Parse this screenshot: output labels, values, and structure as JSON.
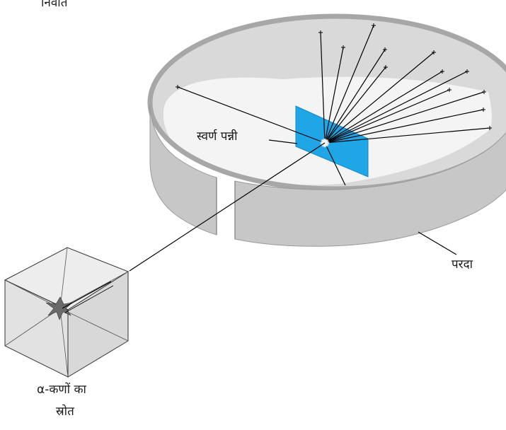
{
  "labels": {
    "vacuum": "निर्वात",
    "gold_foil": "स्वर्ण पन्नी",
    "screen": "परदा",
    "alpha_source_line1": "α-कणों का",
    "alpha_source_line2": "स्रोत"
  },
  "colors": {
    "gold_foil": "#1fa6e6",
    "screen_wall": "#c6c6c6",
    "screen_inner": "#dcdcdc",
    "source_box": "#e6e6e6",
    "line": "#000000"
  }
}
